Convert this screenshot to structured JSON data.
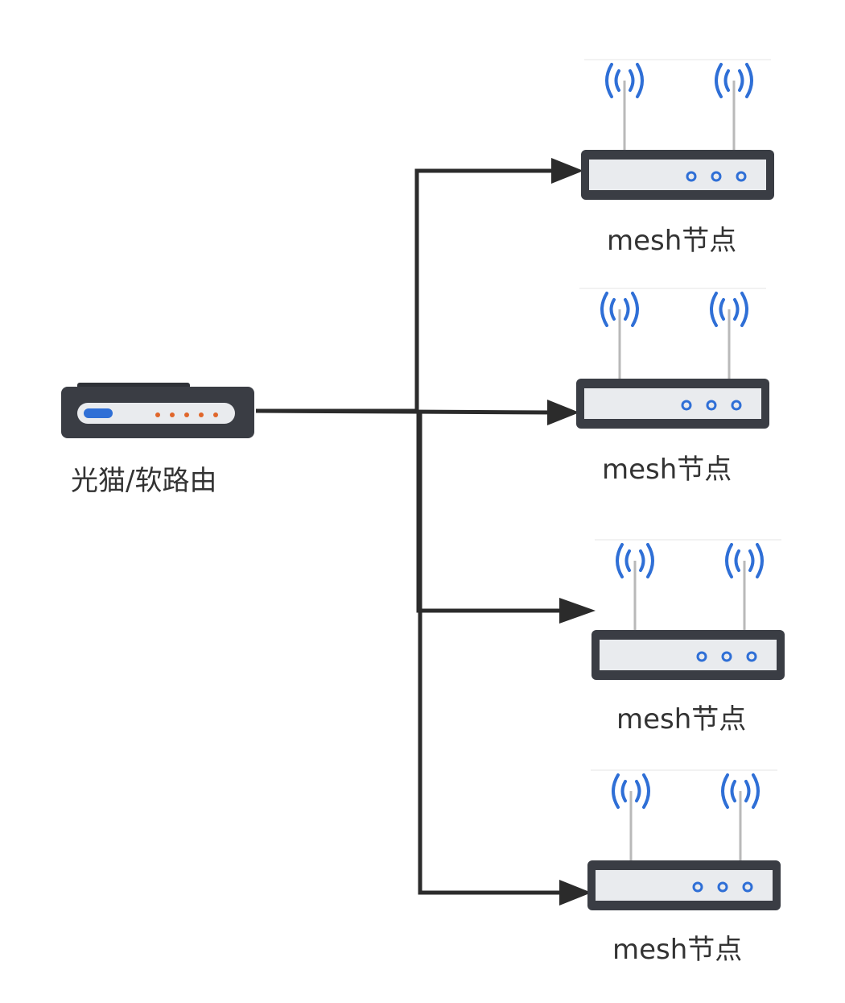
{
  "source": {
    "label": "光猫/软路由"
  },
  "nodes": [
    {
      "label": "mesh节点"
    },
    {
      "label": "mesh节点"
    },
    {
      "label": "mesh节点"
    },
    {
      "label": "mesh节点"
    }
  ],
  "colors": {
    "connector": "#2b2b2b",
    "device_body": "#3a3d44",
    "device_face": "#e9ebee",
    "wifi_signal": "#2f6fd6",
    "modem_led_blue": "#2f6fd6",
    "modem_led_orange": "#e0662a",
    "antenna": "#b9b9b9"
  },
  "icons": {
    "source": "modem-icon",
    "node": "mesh-router-icon",
    "signal": "wifi-signal-icon"
  }
}
